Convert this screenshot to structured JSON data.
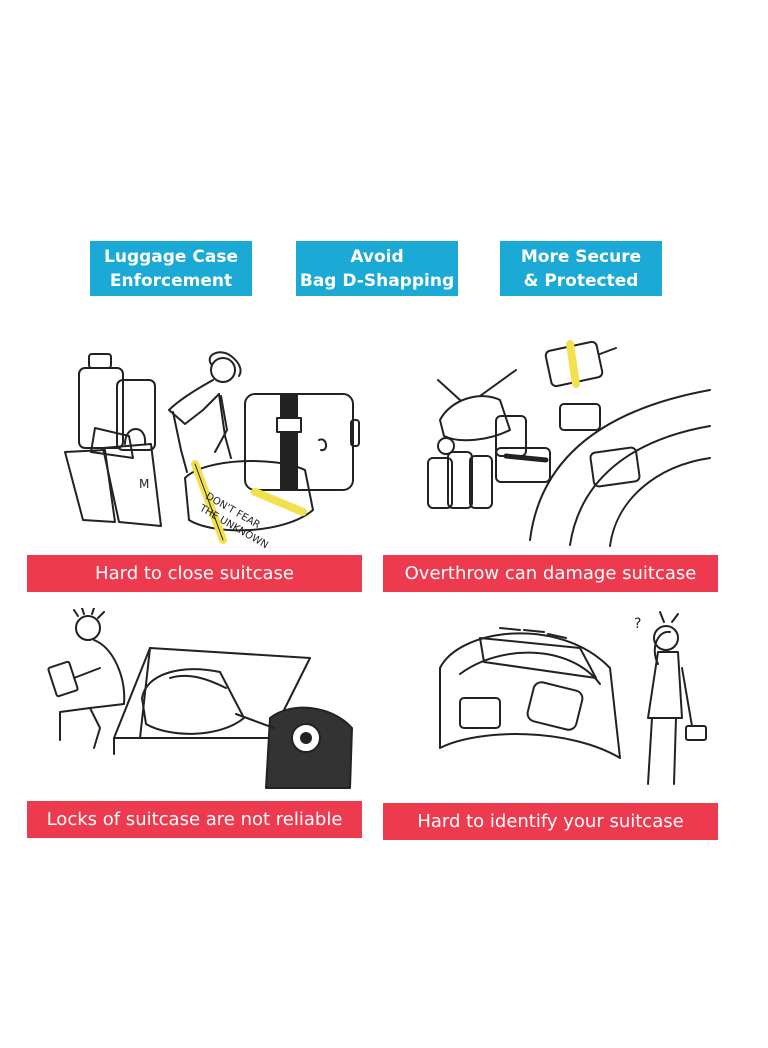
{
  "badges": [
    {
      "line1": "Luggage Case",
      "line2": "Enforcement"
    },
    {
      "line1": "Avoid",
      "line2": "Bag D-Shapping"
    },
    {
      "line1": "More Secure",
      "line2": "& Protected"
    }
  ],
  "panels": [
    {
      "caption": "Hard to close suitcase",
      "strap_text_1": "DON'T FEAR",
      "strap_text_2": "THE UNKNOWN",
      "case_letter": "M"
    },
    {
      "caption": "Overthrow can damage suitcase"
    },
    {
      "caption": "Locks of suitcase are not reliable"
    },
    {
      "caption": "Hard to identify your suitcase"
    }
  ],
  "colors": {
    "badge": "#1ba9d6",
    "caption": "#ee3a4f",
    "strap": "#f2e14c",
    "ink": "#222222"
  },
  "icons": [
    "luggage-pile",
    "baggage-carousel",
    "thief",
    "confused-traveler"
  ]
}
